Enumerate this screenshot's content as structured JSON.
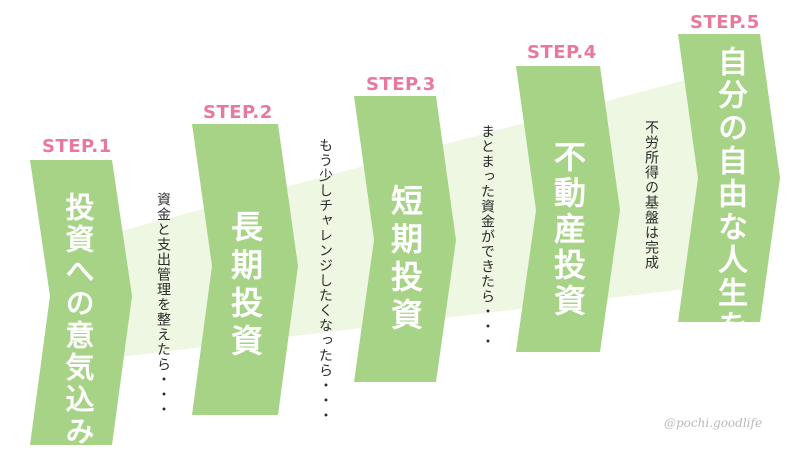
{
  "colors": {
    "step_label": "#e8799b",
    "chevron": "#a7d386",
    "band": "#eef7e2",
    "title_text": "#ffffff",
    "note_text": "#2b2b2b"
  },
  "steps": [
    {
      "label": "STEP.1",
      "title": "投資への意気込み"
    },
    {
      "label": "STEP.2",
      "title": "長期投資"
    },
    {
      "label": "STEP.3",
      "title": "短期投資"
    },
    {
      "label": "STEP.4",
      "title": "不動産投資"
    },
    {
      "label": "STEP.5",
      "title": "自分の自由な人生を!"
    }
  ],
  "transitions": [
    "資金と支出管理を整えたら・・・",
    "もう少しチャレンジしたくなったら・・・",
    "まとまった資金ができたら・・・",
    "不労所得の基盤は完成"
  ],
  "watermark": "@pochi.goodlife"
}
